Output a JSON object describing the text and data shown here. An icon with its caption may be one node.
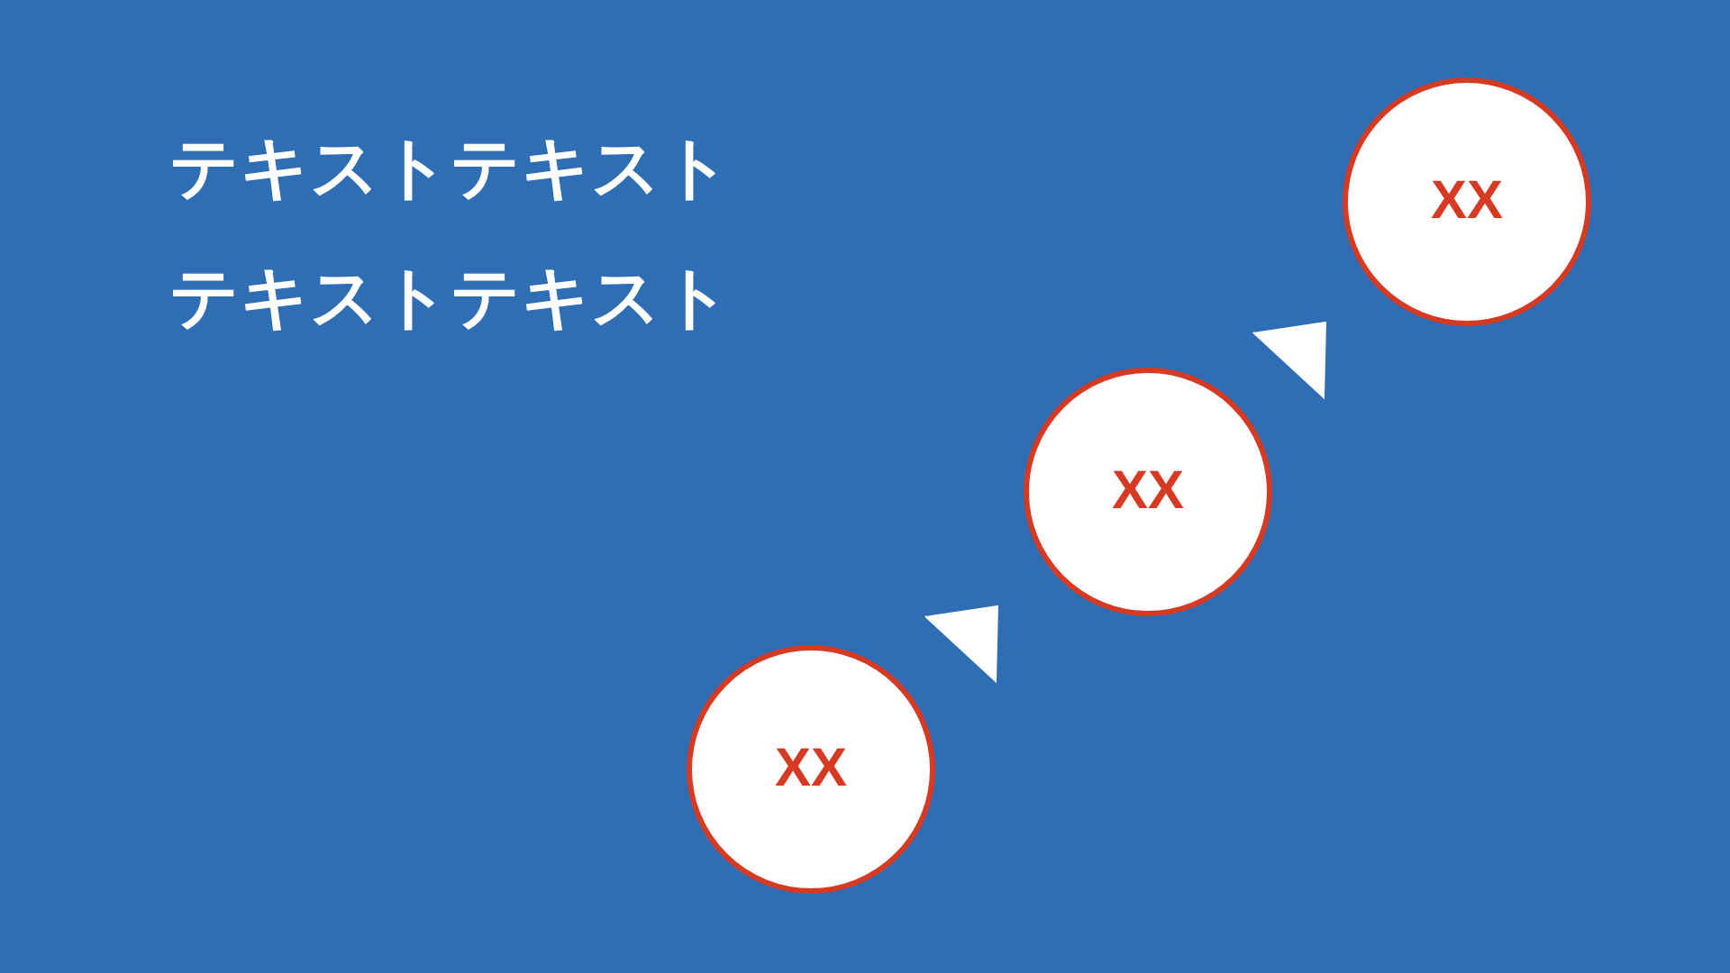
{
  "diagram": {
    "nodes": [
      {
        "text": [
          "XX"
        ]
      },
      {
        "text": [
          "XX"
        ]
      },
      {
        "text": [
          "XX"
        ]
      }
    ],
    "edges": [
      {
        "from": 1,
        "to": 0,
        "arrow": "to"
      },
      {
        "from": 2,
        "to": 1,
        "arrow": "to"
      }
    ],
    "labels": [
      "テキストテキスト",
      "テキストテキスト"
    ]
  }
}
